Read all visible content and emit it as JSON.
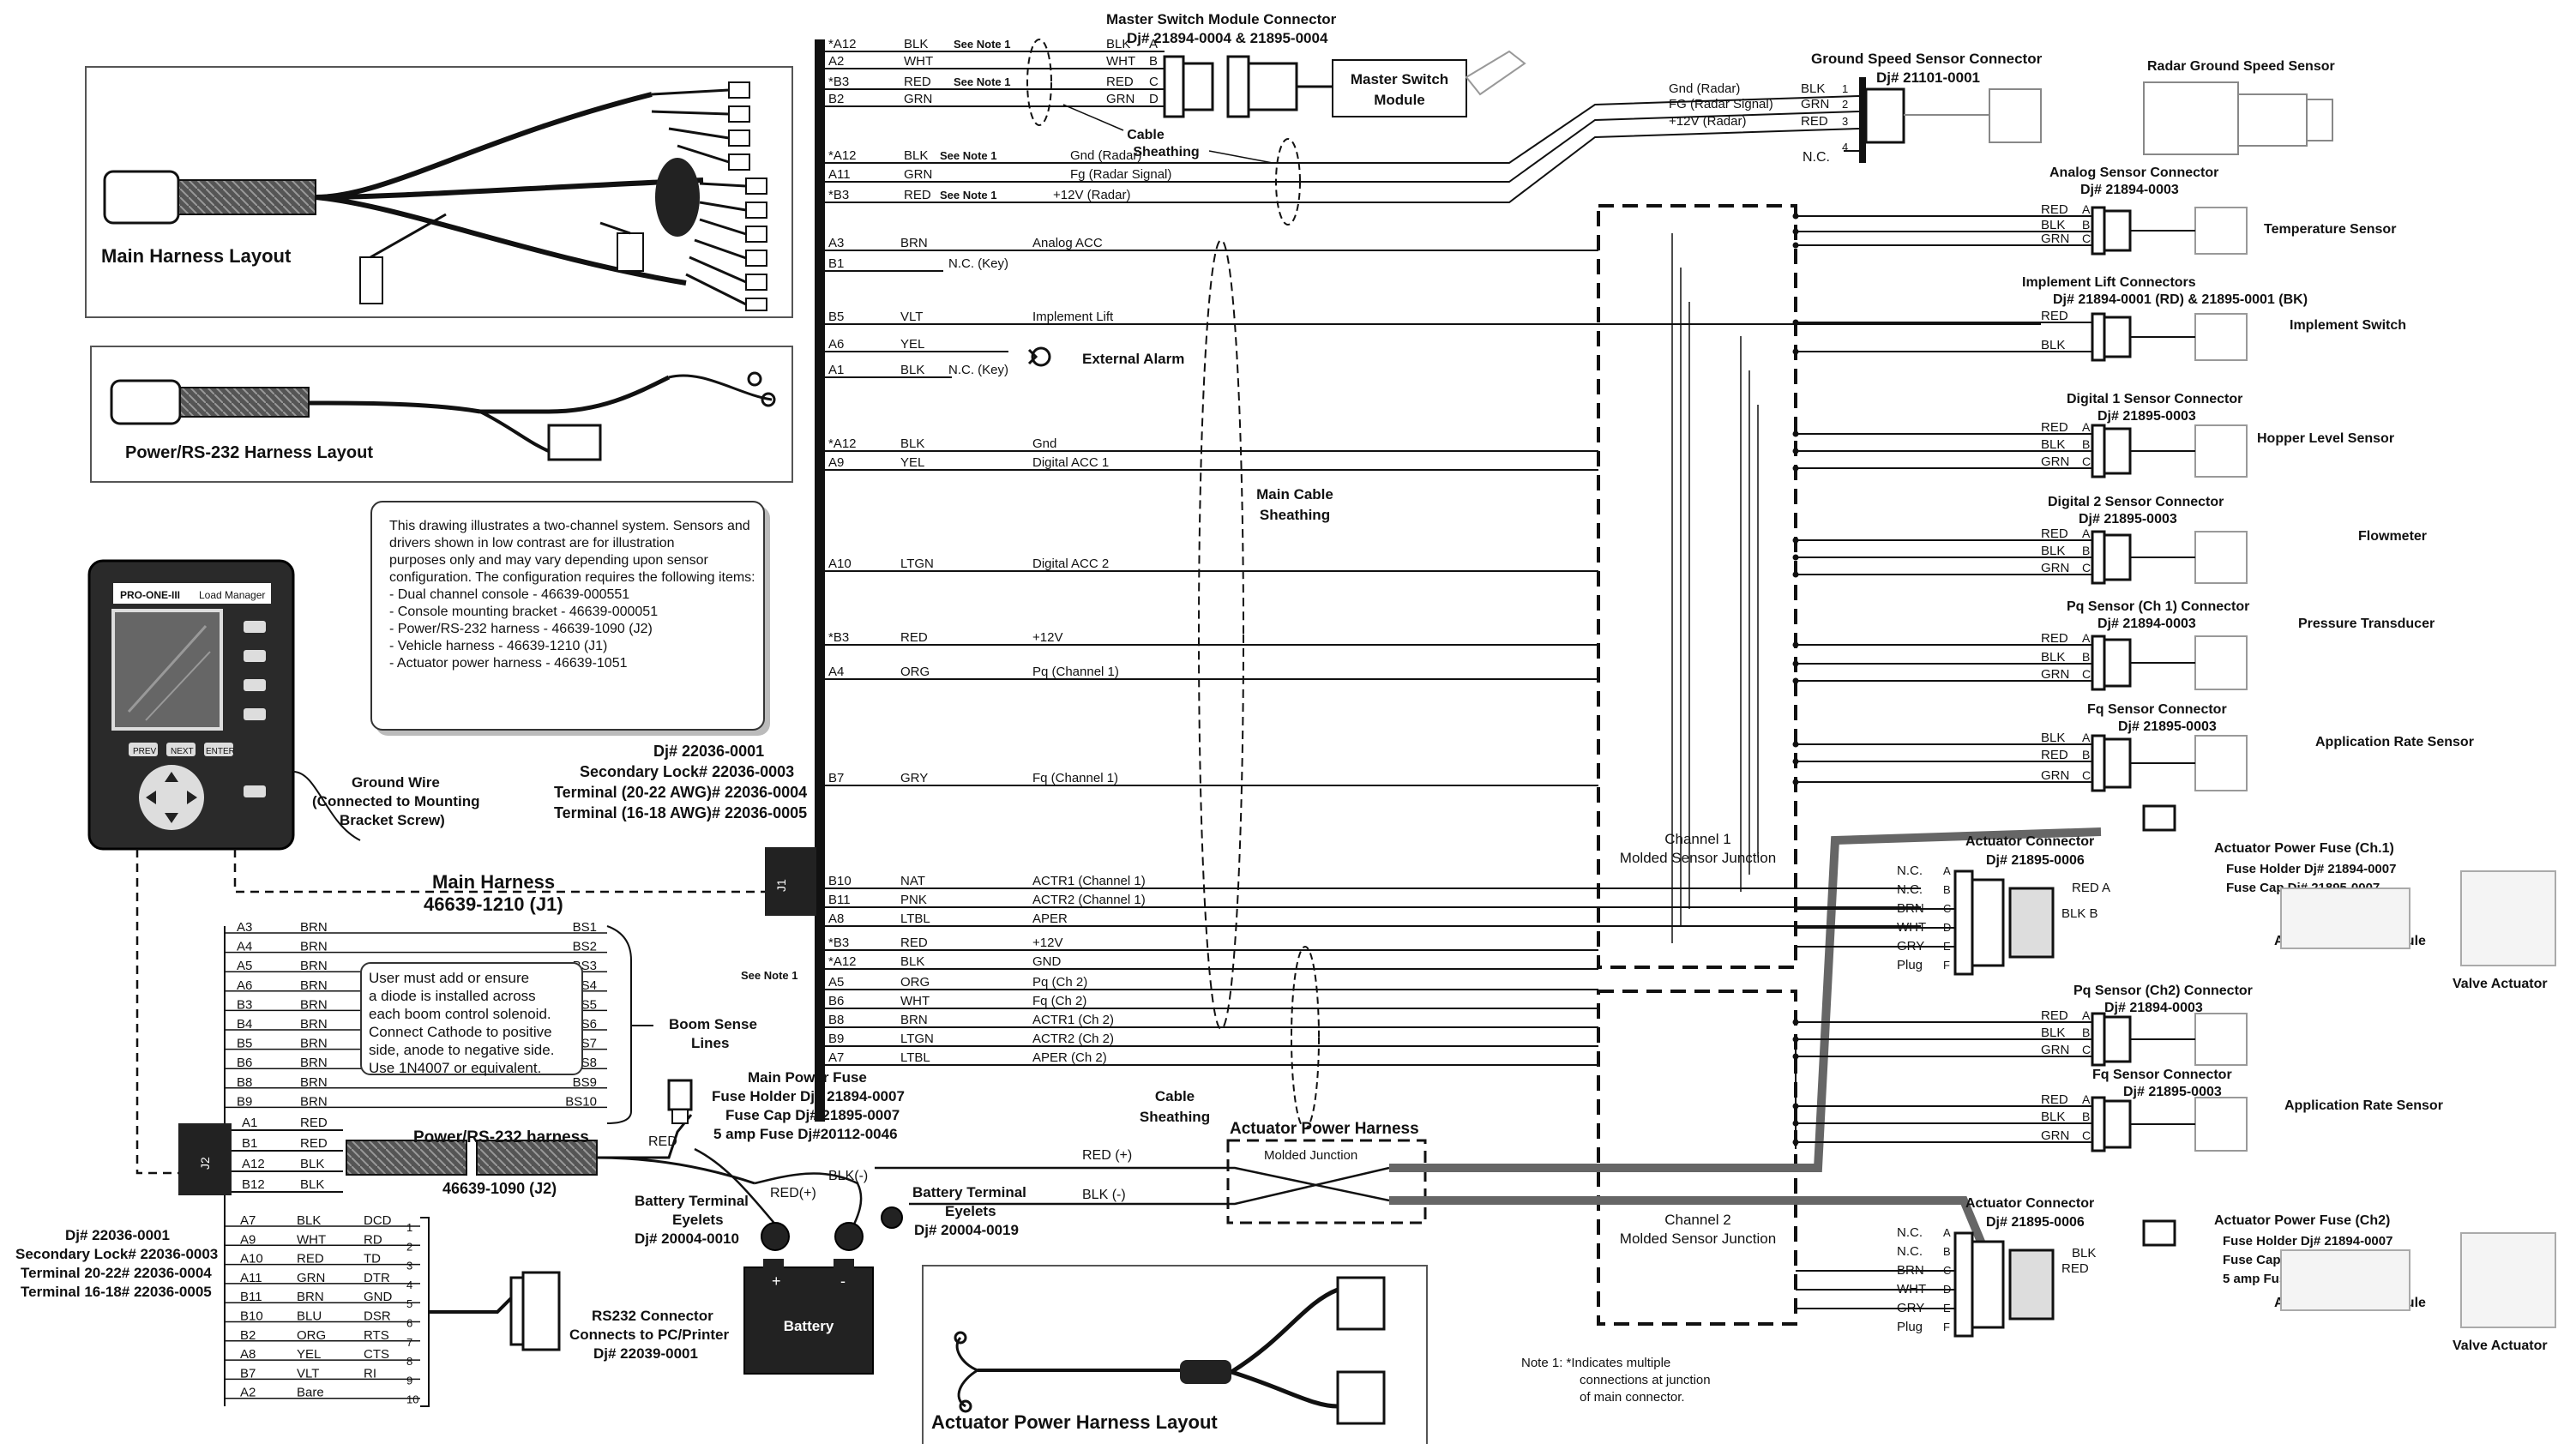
{
  "layouts": {
    "main_harness": "Main Harness Layout",
    "power_rs232": "Power/RS-232 Harness Layout",
    "actuator_power": "Actuator Power Harness Layout"
  },
  "config_note": [
    "This drawing illustrates a two-channel system. Sensors and",
    "drivers shown in low contrast are for illustration",
    "purposes only and may vary depending upon sensor",
    "configuration. The configuration requires the following items:",
    "- Dual channel console - 46639-000551",
    "- Console mounting bracket - 46639-000051",
    "",
    "- Power/RS-232 harness - 46639-1090 (J2)",
    "- Vehicle harness - 46639-1210 (J1)",
    "- Actuator power harness - 46639-1051"
  ],
  "console": {
    "header_left": "PRO-ONE-III",
    "header_right": "Load Manager",
    "buttons": [
      "PREV",
      "NEXT",
      "ENTER"
    ],
    "ground_wire": [
      "Ground Wire",
      "(Connected to Mounting",
      "Bracket Screw)"
    ]
  },
  "j1": {
    "label": "J1",
    "info": [
      "Dj# 22036-0001",
      "Secondary Lock# 22036-0003",
      "Terminal (20-22 AWG)# 22036-0004",
      "Terminal (16-18 AWG)# 22036-0005"
    ],
    "harness_name": "Main Harness",
    "harness_part": "46639-1210 (J1)"
  },
  "master_switch": {
    "connector_title": "Master Switch Module Connector",
    "connector_part": "Dj# 21894-0004 & 21895-0004",
    "module": [
      "Master Switch",
      "Module"
    ],
    "sheathing": [
      "Cable",
      "Sheathing"
    ],
    "wires": [
      {
        "pin": "*A12",
        "color": "BLK",
        "note": "See Note 1",
        "end": "BLK",
        "letter": "A"
      },
      {
        "pin": "A2",
        "color": "WHT",
        "note": "",
        "end": "WHT",
        "letter": "B"
      },
      {
        "pin": "*B3",
        "color": "RED",
        "note": "See Note 1",
        "end": "RED",
        "letter": "C"
      },
      {
        "pin": "B2",
        "color": "GRN",
        "note": "",
        "end": "GRN",
        "letter": "D"
      }
    ]
  },
  "ground_speed": {
    "title": "Ground Speed Sensor Connector",
    "part": "Dj# 21101-0001",
    "sensor": "Radar Ground Speed Sensor",
    "nc": "N.C.",
    "wires": [
      {
        "pin": "*A12",
        "color": "BLK",
        "note": "See Note 1",
        "signal": "Gnd (Radar)",
        "end": "BLK",
        "num": "1"
      },
      {
        "pin": "A11",
        "color": "GRN",
        "note": "",
        "signal": "FG (Radar Signal)",
        "end": "GRN",
        "num": "2"
      },
      {
        "pin": "*B3",
        "color": "RED",
        "note": "See Note 1",
        "signal": "+12V (Radar)",
        "end": "RED",
        "num": "3"
      }
    ],
    "signal_labels": [
      "Gnd (Radar)",
      "Fg (Radar Signal)",
      "+12V (Radar)"
    ]
  },
  "main_wires": [
    {
      "pin": "A3",
      "color": "BRN",
      "signal": "Analog ACC"
    },
    {
      "pin": "B1",
      "color": "",
      "signal": "N.C. (Key)"
    },
    {
      "pin": "B5",
      "color": "VLT",
      "signal": "Implement Lift"
    },
    {
      "pin": "A6",
      "color": "YEL",
      "signal": ""
    },
    {
      "pin": "A1",
      "color": "BLK",
      "signal": "N.C. (Key)"
    },
    {
      "pin": "*A12",
      "color": "BLK",
      "signal": "Gnd"
    },
    {
      "pin": "A9",
      "color": "YEL",
      "signal": "Digital ACC 1"
    },
    {
      "pin": "A10",
      "color": "LTGN",
      "signal": "Digital ACC 2"
    },
    {
      "pin": "*B3",
      "color": "RED",
      "signal": "+12V"
    },
    {
      "pin": "A4",
      "color": "ORG",
      "signal": "Pq (Channel 1)"
    },
    {
      "pin": "B7",
      "color": "GRY",
      "signal": "Fq (Channel 1)"
    },
    {
      "pin": "B10",
      "color": "NAT",
      "signal": "ACTR1 (Channel 1)"
    },
    {
      "pin": "B11",
      "color": "PNK",
      "signal": "ACTR2 (Channel 1)"
    },
    {
      "pin": "A8",
      "color": "LTBL",
      "signal": "APER"
    },
    {
      "pin": "*B3",
      "color": "RED",
      "signal": "+12V"
    },
    {
      "pin": "*A12",
      "color": "BLK",
      "signal": "GND"
    },
    {
      "pin": "A5",
      "color": "ORG",
      "signal": "Pq (Ch 2)"
    },
    {
      "pin": "B6",
      "color": "WHT",
      "signal": "Fq (Ch 2)"
    },
    {
      "pin": "B8",
      "color": "BRN",
      "signal": "ACTR1 (Ch 2)"
    },
    {
      "pin": "B9",
      "color": "LTGN",
      "signal": "ACTR2 (Ch 2)"
    },
    {
      "pin": "A7",
      "color": "LTBL",
      "signal": "APER (Ch 2)"
    }
  ],
  "external_alarm": "External Alarm",
  "main_sheathing": [
    "Main Cable",
    "Sheathing"
  ],
  "see_note_1": "See Note 1",
  "junctions": {
    "ch1": [
      "Channel 1",
      "Molded Sensor Junction"
    ],
    "ch2": [
      "Channel 2",
      "Molded Sensor Junction"
    ]
  },
  "sensors": [
    {
      "title": "Analog Sensor Connector",
      "part": "Dj# 21894-0003",
      "device": "Temperature Sensor",
      "colors": [
        "RED",
        "BLK",
        "GRN"
      ],
      "letters": [
        "A",
        "B",
        "C"
      ]
    },
    {
      "title": "Implement Lift Connectors",
      "part": "Dj# 21894-0001 (RD) & 21895-0001 (BK)",
      "device": "Implement Switch",
      "colors": [
        "RED",
        "BLK"
      ],
      "letters": []
    },
    {
      "title": "Digital 1 Sensor Connector",
      "part": "Dj# 21895-0003",
      "device": "Hopper Level Sensor",
      "colors": [
        "RED",
        "BLK",
        "GRN"
      ],
      "letters": [
        "A",
        "B",
        "C"
      ]
    },
    {
      "title": "Digital 2 Sensor Connector",
      "part": "Dj# 21895-0003",
      "device": "Flowmeter",
      "colors": [
        "RED",
        "BLK",
        "GRN"
      ],
      "letters": [
        "A",
        "B",
        "C"
      ]
    },
    {
      "title": "Pq Sensor (Ch 1) Connector",
      "part": "Dj# 21894-0003",
      "device": "Pressure Transducer",
      "colors": [
        "RED",
        "BLK",
        "GRN"
      ],
      "letters": [
        "A",
        "B",
        "C"
      ]
    },
    {
      "title": "Fq Sensor Connector",
      "part": "Dj# 21895-0003",
      "device": "Application Rate Sensor",
      "colors": [
        "BLK",
        "RED",
        "GRN"
      ],
      "letters": [
        "A",
        "B",
        "C"
      ]
    },
    {
      "title": "Pq Sensor (Ch2) Connector",
      "part": "Dj# 21894-0003",
      "device": "",
      "colors": [
        "RED",
        "BLK",
        "GRN"
      ],
      "letters": [
        "A",
        "B",
        "C"
      ]
    },
    {
      "title": "Fq Sensor Connector",
      "part": "Dj# 21895-0003",
      "device": "Application Rate Sensor",
      "colors": [
        "RED",
        "BLK",
        "GRN"
      ],
      "letters": [
        "A",
        "B",
        "C"
      ]
    }
  ],
  "actuators": [
    {
      "title": "Actuator Connector",
      "part": "Dj# 21895-0006",
      "pins": [
        "N.C.",
        "N.C.",
        "BRN",
        "WHT",
        "GRY",
        "Plug"
      ],
      "letters": [
        "A",
        "B",
        "C",
        "D",
        "E",
        "F"
      ],
      "fuse_title": "Actuator Power Fuse (Ch.1)",
      "fuse_lines": [
        "Fuse Holder Dj# 21894-0007",
        "Fuse Cap Dj# 21895-0007"
      ],
      "driver": "Actuator Driver Module",
      "valve": "Valve Actuator",
      "tags": [
        "RED A",
        "BLK B"
      ]
    },
    {
      "title": "Actuator Connector",
      "part": "Dj# 21895-0006",
      "pins": [
        "N.C.",
        "N.C.",
        "BRN",
        "WHT",
        "GRY",
        "Plug"
      ],
      "letters": [
        "A",
        "B",
        "C",
        "D",
        "E",
        "F"
      ],
      "fuse_title": "Actuator Power Fuse (Ch2)",
      "fuse_lines": [
        "Fuse Holder Dj# 21894-0007",
        "Fuse Cap Dj# 21895-0007",
        "5 amp Fuse Dj#20112-0046"
      ],
      "driver": "Actuator Driver Module",
      "valve": "Valve Actuator",
      "tags": [
        "BLK",
        "RED"
      ]
    }
  ],
  "actuator_power_harness": "Actuator Power Harness",
  "molded_junction": "Molded Junction",
  "red_plus": "RED (+)",
  "blk_minus": "BLK (-)",
  "boom": {
    "pins": [
      {
        "pin": "A3",
        "color": "BRN",
        "bs": "BS1"
      },
      {
        "pin": "A4",
        "color": "BRN",
        "bs": "BS2"
      },
      {
        "pin": "A5",
        "color": "BRN",
        "bs": "BS3"
      },
      {
        "pin": "A6",
        "color": "BRN",
        "bs": "BS4"
      },
      {
        "pin": "B3",
        "color": "BRN",
        "bs": "BS5"
      },
      {
        "pin": "B4",
        "color": "BRN",
        "bs": "BS6"
      },
      {
        "pin": "B5",
        "color": "BRN",
        "bs": "BS7"
      },
      {
        "pin": "B6",
        "color": "BRN",
        "bs": "BS8"
      },
      {
        "pin": "B8",
        "color": "BRN",
        "bs": "BS9"
      },
      {
        "pin": "B9",
        "color": "BRN",
        "bs": "BS10"
      }
    ],
    "label": [
      "Boom Sense",
      "Lines"
    ],
    "diode_note": [
      "User must add or ensure",
      "a diode is installed across",
      "each boom control solenoid.",
      "Connect Cathode to positive",
      "side, anode to negative side.",
      "Use 1N4007 or equivalent."
    ]
  },
  "j2": {
    "label": "J2",
    "pins": [
      {
        "pin": "A1",
        "color": "RED"
      },
      {
        "pin": "B1",
        "color": "RED"
      },
      {
        "pin": "A12",
        "color": "BLK"
      },
      {
        "pin": "B12",
        "color": "BLK"
      }
    ],
    "harness_name": "Power/RS-232 harness",
    "harness_part": "46639-1090 (J2)",
    "info": [
      "Dj# 22036-0001",
      "Secondary Lock# 22036-0003",
      "Terminal 20-22# 22036-0004",
      "Terminal 16-18# 22036-0005"
    ]
  },
  "rs232": {
    "rows": [
      {
        "pin": "A7",
        "color": "BLK",
        "signal": "DCD",
        "num": "1"
      },
      {
        "pin": "A9",
        "color": "WHT",
        "signal": "RD",
        "num": "2"
      },
      {
        "pin": "A10",
        "color": "RED",
        "signal": "TD",
        "num": "3"
      },
      {
        "pin": "A11",
        "color": "GRN",
        "signal": "DTR",
        "num": "4"
      },
      {
        "pin": "B11",
        "color": "BRN",
        "signal": "GND",
        "num": "5"
      },
      {
        "pin": "B10",
        "color": "BLU",
        "signal": "DSR",
        "num": "6"
      },
      {
        "pin": "B2",
        "color": "ORG",
        "signal": "RTS",
        "num": "7"
      },
      {
        "pin": "A8",
        "color": "YEL",
        "signal": "CTS",
        "num": "8"
      },
      {
        "pin": "B7",
        "color": "VLT",
        "signal": "RI",
        "num": "9"
      },
      {
        "pin": "A2",
        "color": "Bare",
        "signal": "",
        "num": "10"
      }
    ],
    "connector": [
      "RS232 Connector",
      "Connects to PC/Printer",
      "Dj# 22039-0001"
    ]
  },
  "main_fuse": [
    "Main Power Fuse",
    "Fuse Holder Dj# 21894-0007",
    "Fuse Cap Dj# 21895-0007",
    "5 amp Fuse Dj#20112-0046"
  ],
  "battery": {
    "label": "Battery",
    "eyelet1": [
      "Battery Terminal",
      "Eyelets",
      "Dj# 20004-0010"
    ],
    "eyelet2": [
      "Battery Terminal",
      "Eyelets",
      "Dj# 20004-0019"
    ],
    "red": "RED",
    "red_plus": "RED(+)",
    "blk_minus": "BLK(-)"
  },
  "footnote": [
    "Note 1:  *Indicates multiple",
    "connections at junction",
    "of main connector."
  ]
}
